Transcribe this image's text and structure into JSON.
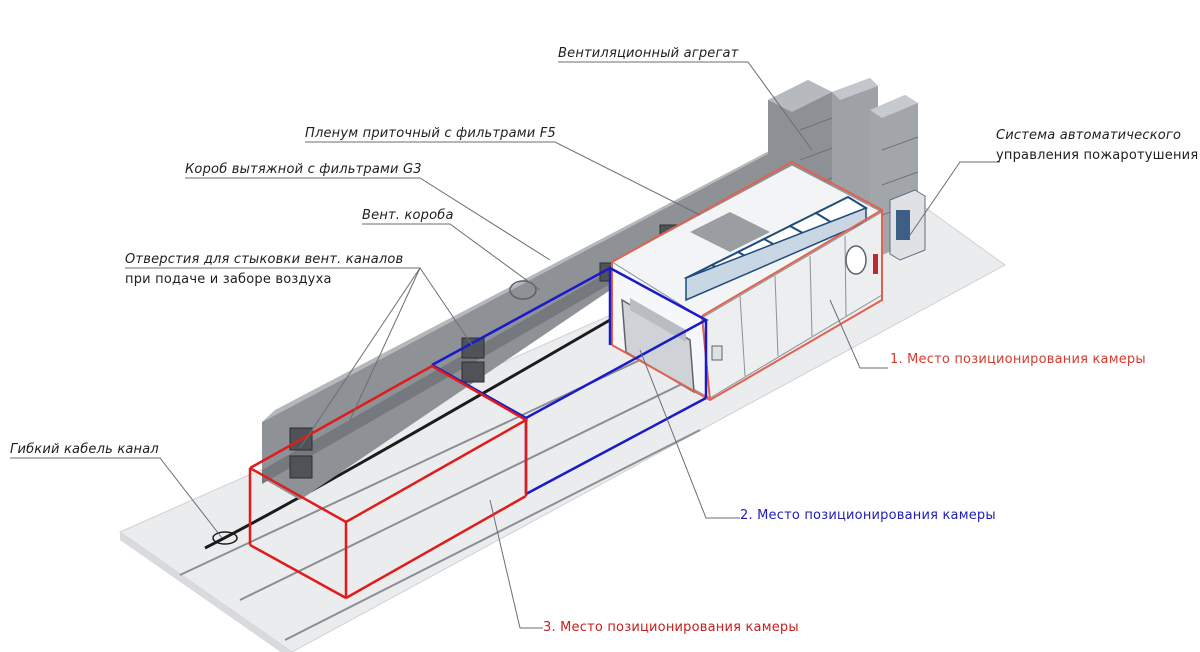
{
  "labels": {
    "vent_unit": "Вентиляционный агрегат",
    "plenum": "Пленум приточный с фильтрами F5",
    "exhaust_box": "Короб вытяжной с фильтрами G3",
    "vent_ducts": "Вент. короба",
    "openings_line1": "Отверстия для стыковки вент. каналов",
    "openings_line2": "при подаче и заборе воздуха",
    "fire_system_line1": "Система автоматического",
    "fire_system_line2": "управления пожаротушения",
    "cable_channel": "Гибкий кабель канал",
    "position_1": "1. Место позиционирования камеры",
    "position_2": "2. Место позиционирования камеры",
    "position_3": "3. Место позиционирования камеры"
  },
  "colors": {
    "position_1": "#e0624f",
    "position_2": "#1a1ac8",
    "position_3": "#e01b1b",
    "wall": "#8a8d91",
    "floor": "#e9eaec"
  }
}
